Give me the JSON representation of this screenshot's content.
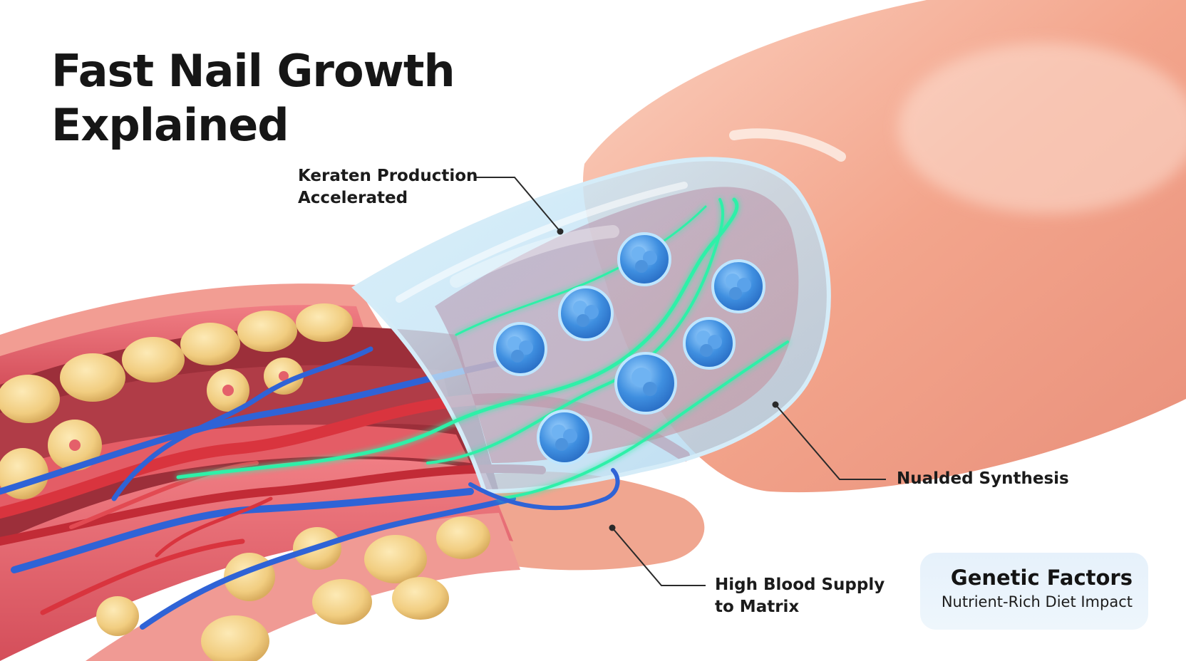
{
  "title": {
    "line1": "Fast Nail Growth",
    "line2": "Explained"
  },
  "callouts": {
    "keratin": {
      "line1": "Keraten Production",
      "line2": "Accelerated"
    },
    "synthesis": {
      "line1": "Nualded Synthesis"
    },
    "blood": {
      "line1": "High Blood Supply",
      "line2": "to Matrix"
    }
  },
  "info_box": {
    "title": "Genetic Factors",
    "subtitle": "Nutrient-Rich Diet Impact"
  },
  "colors": {
    "skin": "#f2a58c",
    "muscle": "#e4606a",
    "fat": "#f1cf82",
    "vein": "#2f63d6",
    "artery": "#d9343e",
    "nerve": "#2ef0a8",
    "cell": "#3f8fe0",
    "nail": "#cfe9f7"
  },
  "icons": [
    "cell-icon"
  ]
}
